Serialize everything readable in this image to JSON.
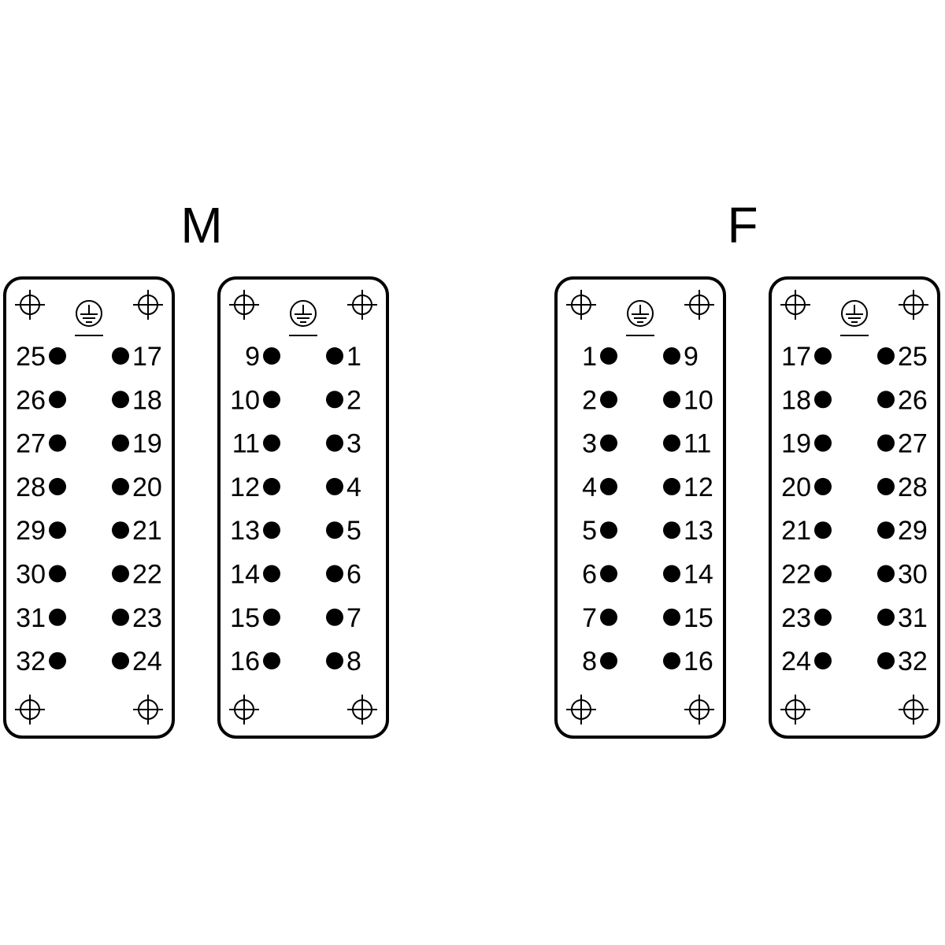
{
  "headings": {
    "male": "M",
    "female": "F"
  },
  "inserts": [
    {
      "name": "male-insert-a",
      "left_labels": [
        "25",
        "26",
        "27",
        "28",
        "29",
        "30",
        "31",
        "32"
      ],
      "right_labels": [
        "17",
        "18",
        "19",
        "20",
        "21",
        "22",
        "23",
        "24"
      ],
      "left_label_side": "before",
      "right_label_side": "after"
    },
    {
      "name": "male-insert-b",
      "left_labels": [
        "9",
        "10",
        "11",
        "12",
        "13",
        "14",
        "15",
        "16"
      ],
      "right_labels": [
        "1",
        "2",
        "3",
        "4",
        "5",
        "6",
        "7",
        "8"
      ],
      "left_label_side": "before",
      "right_label_side": "after"
    },
    {
      "name": "female-insert-a",
      "left_labels": [
        "1",
        "2",
        "3",
        "4",
        "5",
        "6",
        "7",
        "8"
      ],
      "right_labels": [
        "9",
        "10",
        "11",
        "12",
        "13",
        "14",
        "15",
        "16"
      ],
      "left_label_side": "before",
      "right_label_side": "after"
    },
    {
      "name": "female-insert-b",
      "left_labels": [
        "17",
        "18",
        "19",
        "20",
        "21",
        "22",
        "23",
        "24"
      ],
      "right_labels": [
        "25",
        "26",
        "27",
        "28",
        "29",
        "30",
        "31",
        "32"
      ],
      "left_label_side": "before",
      "right_label_side": "after"
    }
  ],
  "icons": {
    "mount": "mounting-hole-icon",
    "ground": "protective-earth-icon"
  },
  "colors": {
    "ink": "#000000",
    "paper": "#ffffff"
  }
}
